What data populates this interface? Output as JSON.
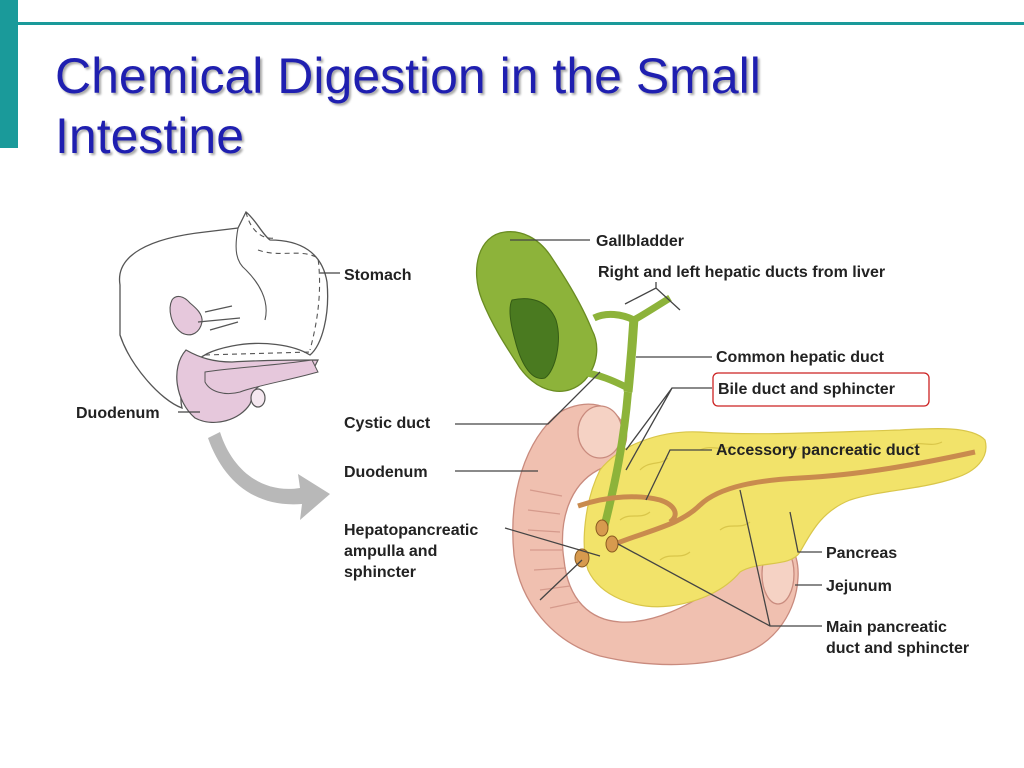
{
  "slide": {
    "title_line1": "Chemical Digestion in the Small",
    "title_line2": "Intestine",
    "accent_color": "#1a9a9a",
    "title_color": "#1f1fb0"
  },
  "diagram": {
    "labels": {
      "stomach": "Stomach",
      "duodenum_left": "Duodenum",
      "gallbladder": "Gallbladder",
      "hepatic_ducts": "Right and left hepatic ducts from liver",
      "common_hepatic_duct": "Common hepatic duct",
      "bile_duct": "Bile duct and sphincter",
      "accessory_pancreatic_duct": "Accessory pancreatic duct",
      "cystic_duct": "Cystic duct",
      "duodenum": "Duodenum",
      "hepatopancreatic_1": "Hepatopancreatic",
      "hepatopancreatic_2": "ampulla and",
      "hepatopancreatic_3": "sphincter",
      "pancreas": "Pancreas",
      "jejunum": "Jejunum",
      "main_pancreatic_1": "Main pancreatic",
      "main_pancreatic_2": "duct and sphincter"
    },
    "colors": {
      "gallbladder": "#8db33a",
      "pancreas": "#f2e36a",
      "intestine": "#f0c0b0",
      "duct": "#c98b4e",
      "small_pancreas": "#e6c8dc",
      "highlight_box": "#cc2222",
      "arrow": "#b8b8b8"
    }
  }
}
